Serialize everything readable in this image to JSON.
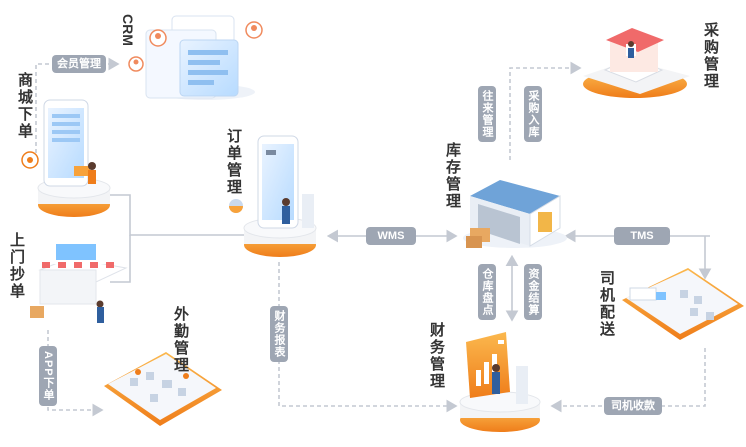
{
  "nodes": {
    "crm": "CRM",
    "mall_order": "商城下单",
    "order_mgmt": "订单管理",
    "inventory_mgmt": "库存管理",
    "purchase_mgmt": "采购管理",
    "door_order": "上门抄单",
    "field_mgmt": "外勤管理",
    "finance_mgmt": "财务管理",
    "driver_delivery": "司机配送"
  },
  "connectors": {
    "member_mgmt": "会员管理",
    "wms": "WMS",
    "tms": "TMS",
    "app_order": "APP下单",
    "finance_report": "财务报表",
    "contacts_mgmt": "往来管理",
    "purchase_in": "采购入库",
    "stock_count": "仓库盘点",
    "fund_settle": "资金结算",
    "driver_collect": "司机收款"
  },
  "colors": {
    "line": "#c4c9d2",
    "pill": "#9ea6b3",
    "orange": "#f7a23b",
    "orange_dark": "#ef7d1a",
    "platform": "#f3f4f6",
    "screen_blue": "#7fc3ff",
    "warehouse_roof": "#6fa3d8"
  },
  "icons": [
    "crm-screen-icon",
    "mall-phone-icon",
    "order-phone-icon",
    "warehouse-icon",
    "shop-icon",
    "stall-icon",
    "field-map-icon",
    "finance-chart-icon",
    "delivery-truck-icon"
  ]
}
